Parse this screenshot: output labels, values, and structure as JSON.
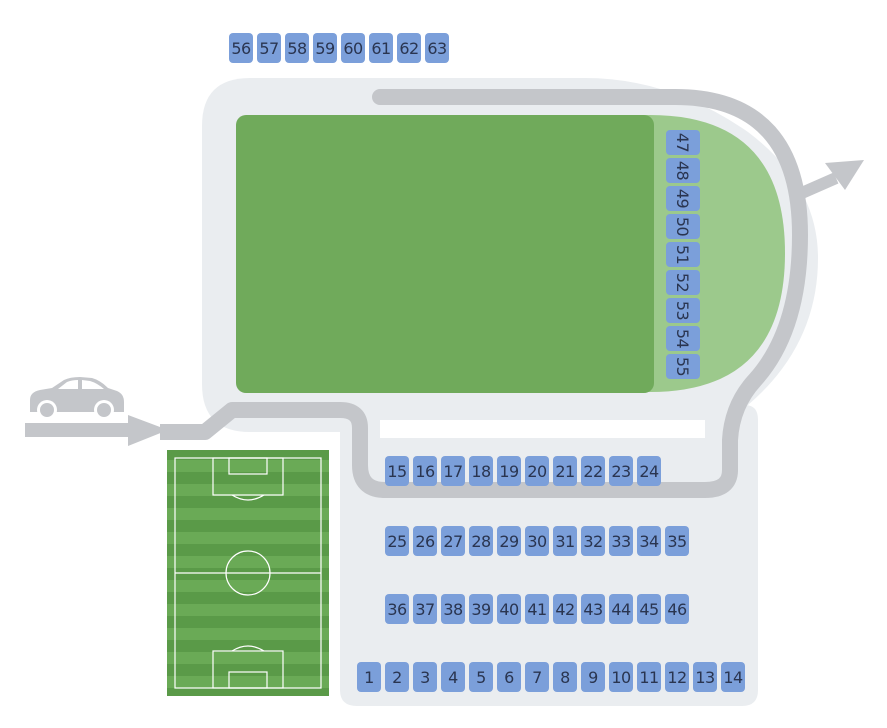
{
  "slots": {
    "top_row": [
      "56",
      "57",
      "58",
      "59",
      "60",
      "61",
      "62",
      "63"
    ],
    "right_column": [
      "47",
      "48",
      "49",
      "50",
      "51",
      "52",
      "53",
      "54",
      "55"
    ],
    "row_a": [
      "15",
      "16",
      "17",
      "18",
      "19",
      "20",
      "21",
      "22",
      "23",
      "24"
    ],
    "row_b": [
      "25",
      "26",
      "27",
      "28",
      "29",
      "30",
      "31",
      "32",
      "33",
      "34",
      "35"
    ],
    "row_c": [
      "36",
      "37",
      "38",
      "39",
      "40",
      "41",
      "42",
      "43",
      "44",
      "45",
      "46"
    ],
    "row_d": [
      "1",
      "2",
      "3",
      "4",
      "5",
      "6",
      "7",
      "8",
      "9",
      "10",
      "11",
      "12",
      "13",
      "14"
    ]
  },
  "icons": {
    "car": "car-icon",
    "entry": "entry-arrow-icon",
    "exit": "exit-arrow-icon",
    "soccer": "soccer-field"
  },
  "colors": {
    "slot": "#7b9fda",
    "slot_text": "#2a3550",
    "pad": "#eaedf0",
    "road": "#c4c6ca",
    "field": "#70aa5b",
    "field_light": "#9cc98c"
  }
}
